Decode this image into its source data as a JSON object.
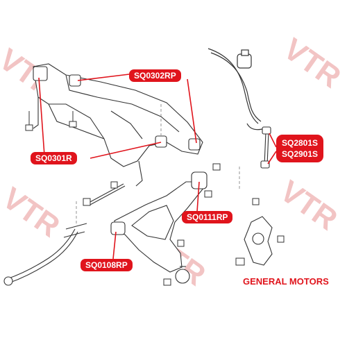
{
  "watermark_text": "VTR",
  "accent_color": "#e0141c",
  "labels": {
    "sq0302rp": "SQ0302RP",
    "sq0301r": "SQ0301R",
    "sq2801s": "SQ2801S",
    "sq2901s": "SQ2901S",
    "sq0111rp": "SQ0111RP",
    "sq0108rp": "SQ0108RP"
  },
  "brand": "GENERAL MOTORS"
}
